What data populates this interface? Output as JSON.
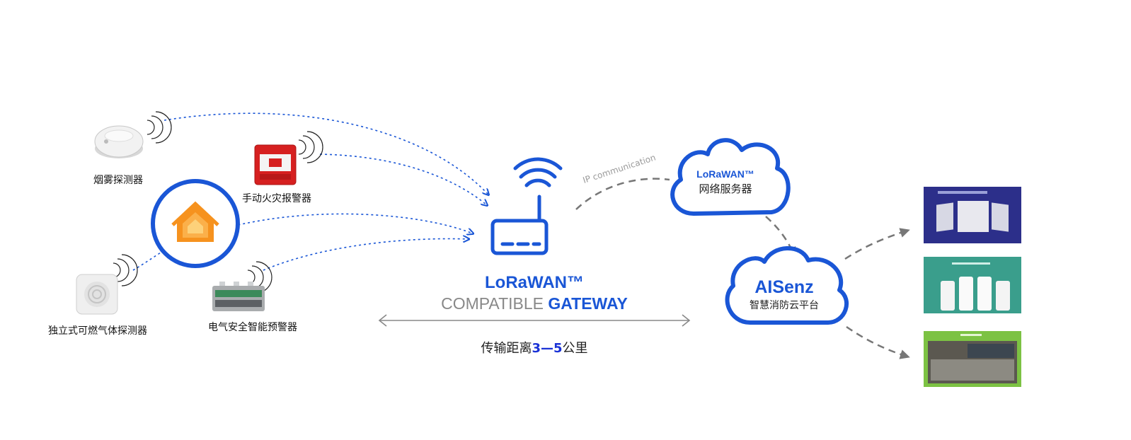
{
  "devices": {
    "smoke_detector": "烟雾探测器",
    "manual_alarm": "手动火灾报警器",
    "gas_detector": "独立式可燃气体探测器",
    "electric_alarm": "电气安全智能预警器"
  },
  "ip_label": "IP communication",
  "gateway": {
    "line1": "LoRaWAN™",
    "line2_prefix": "COMPATIBLE ",
    "line2_bold": "GATEWAY"
  },
  "distance": {
    "prefix": "传输距离",
    "value": "3—5",
    "suffix": "公里"
  },
  "network_server": {
    "title": "LoRaWAN™",
    "subtitle": "网络服务器"
  },
  "platform": {
    "title": "AISenz",
    "subtitle": "智慧消防云平台"
  },
  "colors": {
    "primary_blue": "#1a56d6",
    "dashed_gray": "#777777",
    "screen1_bg": "#2c2f8a",
    "screen2_bg": "#3a9e8c",
    "screen3_bg": "#7cc243",
    "house_orange": "#f6921e"
  }
}
